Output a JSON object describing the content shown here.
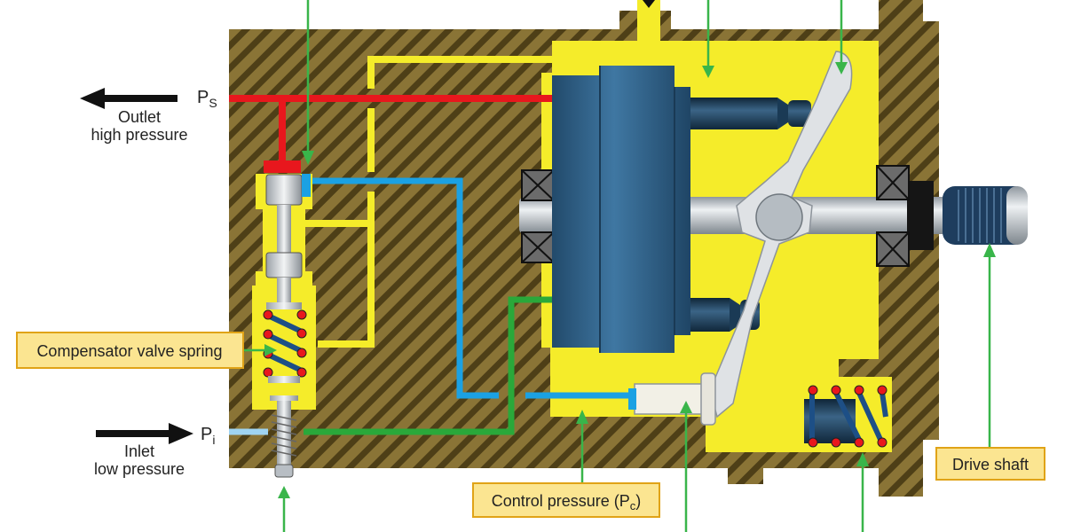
{
  "labels": {
    "outlet_line1": "Outlet",
    "outlet_line2": "high pressure",
    "inlet_line1": "Inlet",
    "inlet_line2": "low pressure",
    "ps_main": "P",
    "ps_sub": "S",
    "pi_main": "P",
    "pi_sub": "i",
    "compensator_spring": "Compensator valve spring",
    "control_pressure_main": "Control pressure (P",
    "control_pressure_sub": "c",
    "control_pressure_end": ")",
    "drive_shaft": "Drive shaft"
  },
  "colors": {
    "housing": "#8a7436",
    "housing_stripe": "#4e3f17",
    "yellow_fluid": "#f5ec2a",
    "red_line": "#e8171d",
    "blue_line": "#1ba1e3",
    "green_line": "#2aa83a",
    "light_blue_line": "#9fd4f2",
    "cylinder_block": "#2f5f86",
    "piston": "#1d3d57",
    "shaft": "#c9ced3",
    "callout_fill": "#fbe591",
    "callout_border": "#e0a317",
    "leader_line": "#39b54a"
  },
  "icons": [
    "arrow-left-icon",
    "arrow-right-icon"
  ]
}
